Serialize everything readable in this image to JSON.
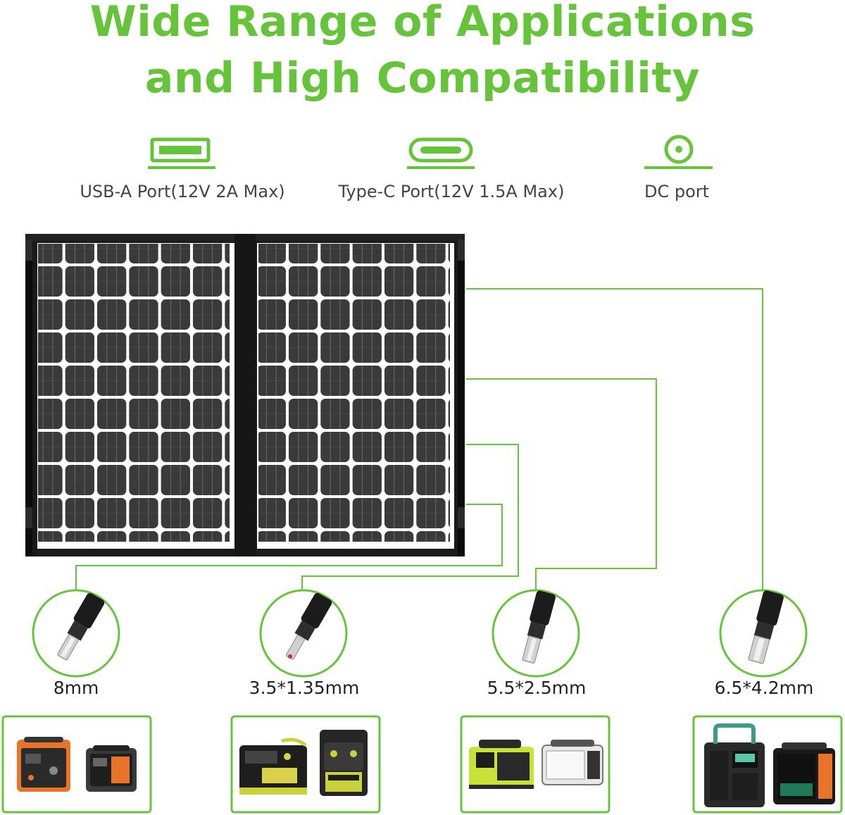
{
  "title": {
    "line1": "Wide Range of Applications",
    "line2": "and High Compatibility"
  },
  "accent_color": "#66c43a",
  "ports": [
    {
      "label": "USB-A Port(12V 2A Max)",
      "icon": "usb-a-port-icon"
    },
    {
      "label": "Type-C Port(12V 1.5A Max)",
      "icon": "usb-c-port-icon"
    },
    {
      "label": "DC port",
      "icon": "dc-port-icon"
    }
  ],
  "connectors": [
    {
      "label": "8mm",
      "icon": "dc-plug-icon"
    },
    {
      "label": "3.5*1.35mm",
      "icon": "dc-plug-icon"
    },
    {
      "label": "5.5*2.5mm",
      "icon": "dc-plug-icon"
    },
    {
      "label": "6.5*4.2mm",
      "icon": "dc-plug-icon"
    }
  ],
  "devices": [
    {
      "icon": "power-station-icon"
    },
    {
      "icon": "power-station-icon"
    },
    {
      "icon": "power-station-icon"
    },
    {
      "icon": "power-station-icon"
    }
  ]
}
